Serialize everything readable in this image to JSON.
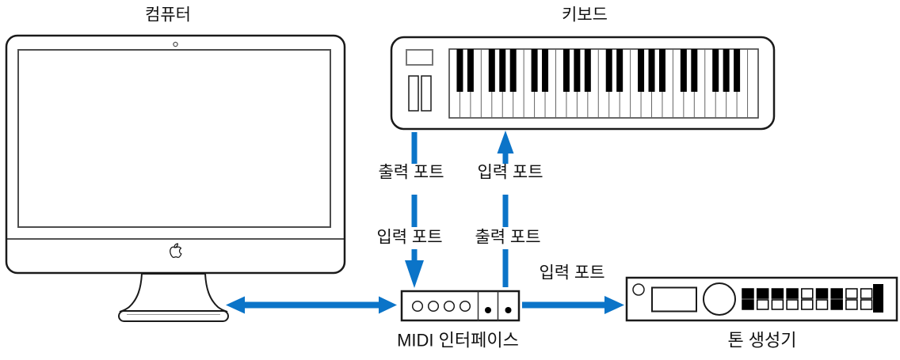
{
  "diagram": {
    "title_labels": {
      "computer": "컴퓨터",
      "keyboard": "키보드",
      "midi_interface": "MIDI 인터페이스",
      "tone_generator": "톤 생성기"
    },
    "ports": {
      "keyboard_out": "출력 포트",
      "keyboard_in": "입력 포트",
      "interface_in": "입력 포트",
      "interface_out": "출력 포트",
      "tone_in": "입력 포트"
    },
    "colors": {
      "arrow": "#0b74c8",
      "outline": "#1a1a1a"
    },
    "keyboard": {
      "keys": {
        "white_count": 29,
        "black_positions": [
          0,
          1,
          3,
          4,
          5
        ],
        "octaves": 4
      }
    },
    "tone_generator": {
      "buttons_top": [
        1,
        1,
        1,
        1,
        0,
        1,
        1,
        0,
        0
      ],
      "buttons_bottom": [
        1,
        0,
        0,
        0,
        0,
        0,
        1,
        0,
        0
      ]
    }
  }
}
